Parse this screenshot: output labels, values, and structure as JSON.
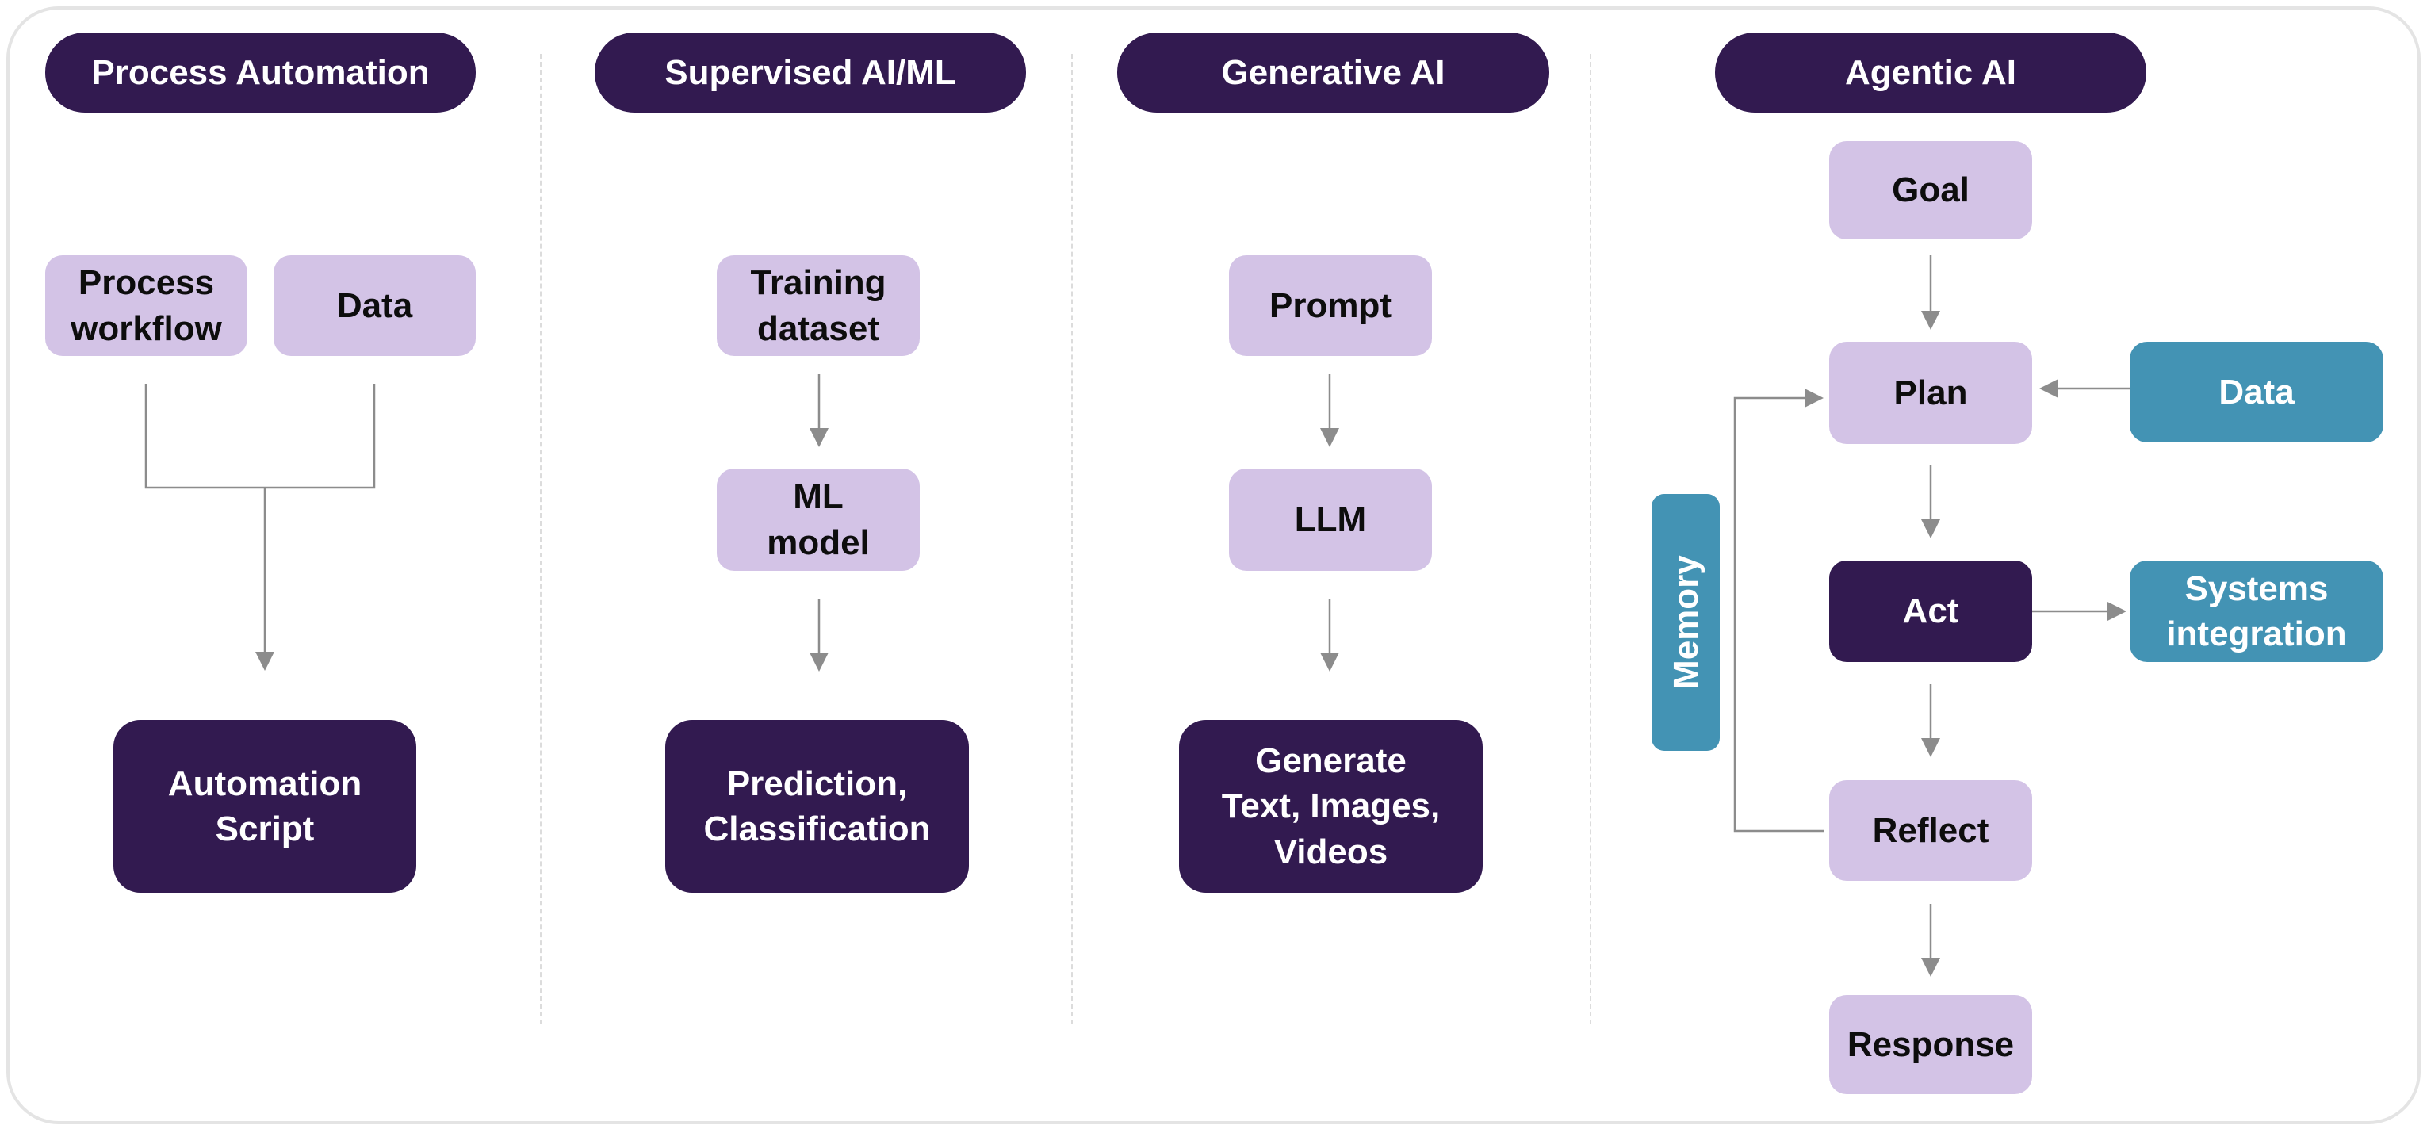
{
  "colors": {
    "header": "#321a50",
    "light_node": "#d3c3e6",
    "dark_node": "#321a50",
    "teal_node": "#4393b4",
    "connector": "#8c8c8c"
  },
  "columns": [
    {
      "title": "Process Automation",
      "inputs": [
        "Process\nworkflow",
        "Data"
      ],
      "output": "Automation\nScript"
    },
    {
      "title": "Supervised AI/ML",
      "steps": [
        "Training\ndataset",
        "ML\nmodel"
      ],
      "output": "Prediction,\nClassification"
    },
    {
      "title": "Generative AI",
      "steps": [
        "Prompt",
        "LLM"
      ],
      "output": "Generate\nText, Images,\nVideos"
    },
    {
      "title": "Agentic AI",
      "steps": [
        "Goal",
        "Plan",
        "Act",
        "Reflect",
        "Response"
      ],
      "side": {
        "data": "Data",
        "systems": "Systems\nintegration",
        "memory": "Memory"
      }
    }
  ]
}
